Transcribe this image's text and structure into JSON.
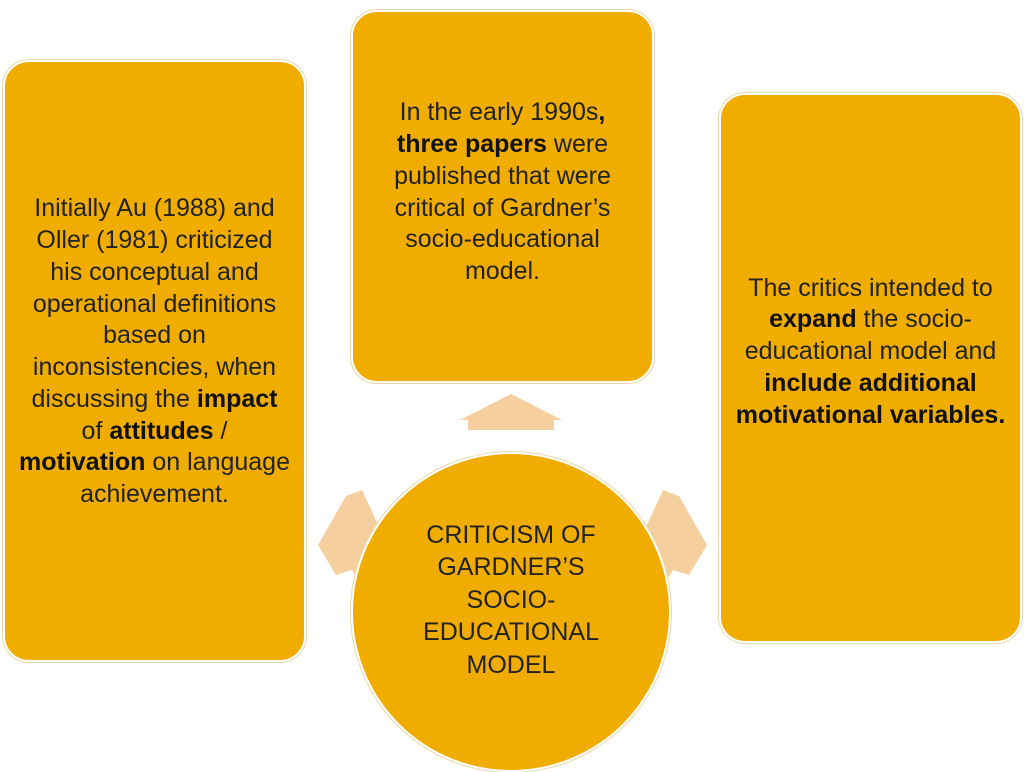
{
  "colors": {
    "box_fill": "#f0ad00",
    "arrow_fill": "#f6cf9e",
    "text": "#222222"
  },
  "hub": {
    "lines": [
      "CRITICISM OF",
      "GARDNER’S",
      "SOCIO-",
      "EDUCATIONAL",
      "MODEL"
    ]
  },
  "left_box": {
    "t1": "Initially Au (1988) and Oller (1981) criticized his conceptual and operational definitions based on inconsistencies, when discussing the ",
    "b1": "impact",
    "t2": " of ",
    "b2": "attitudes",
    "t3": " / ",
    "b3": "motivation",
    "t4": " on language achievement."
  },
  "top_box": {
    "t1": "In the early 1990s",
    "b1": ", three papers",
    "t2": " were published that were critical of Gardner’s socio-educational model."
  },
  "right_box": {
    "t1": "The critics intended to ",
    "b1": "expand",
    "t2": " the socio-educational model and ",
    "b2": "include additional motivational variables."
  }
}
